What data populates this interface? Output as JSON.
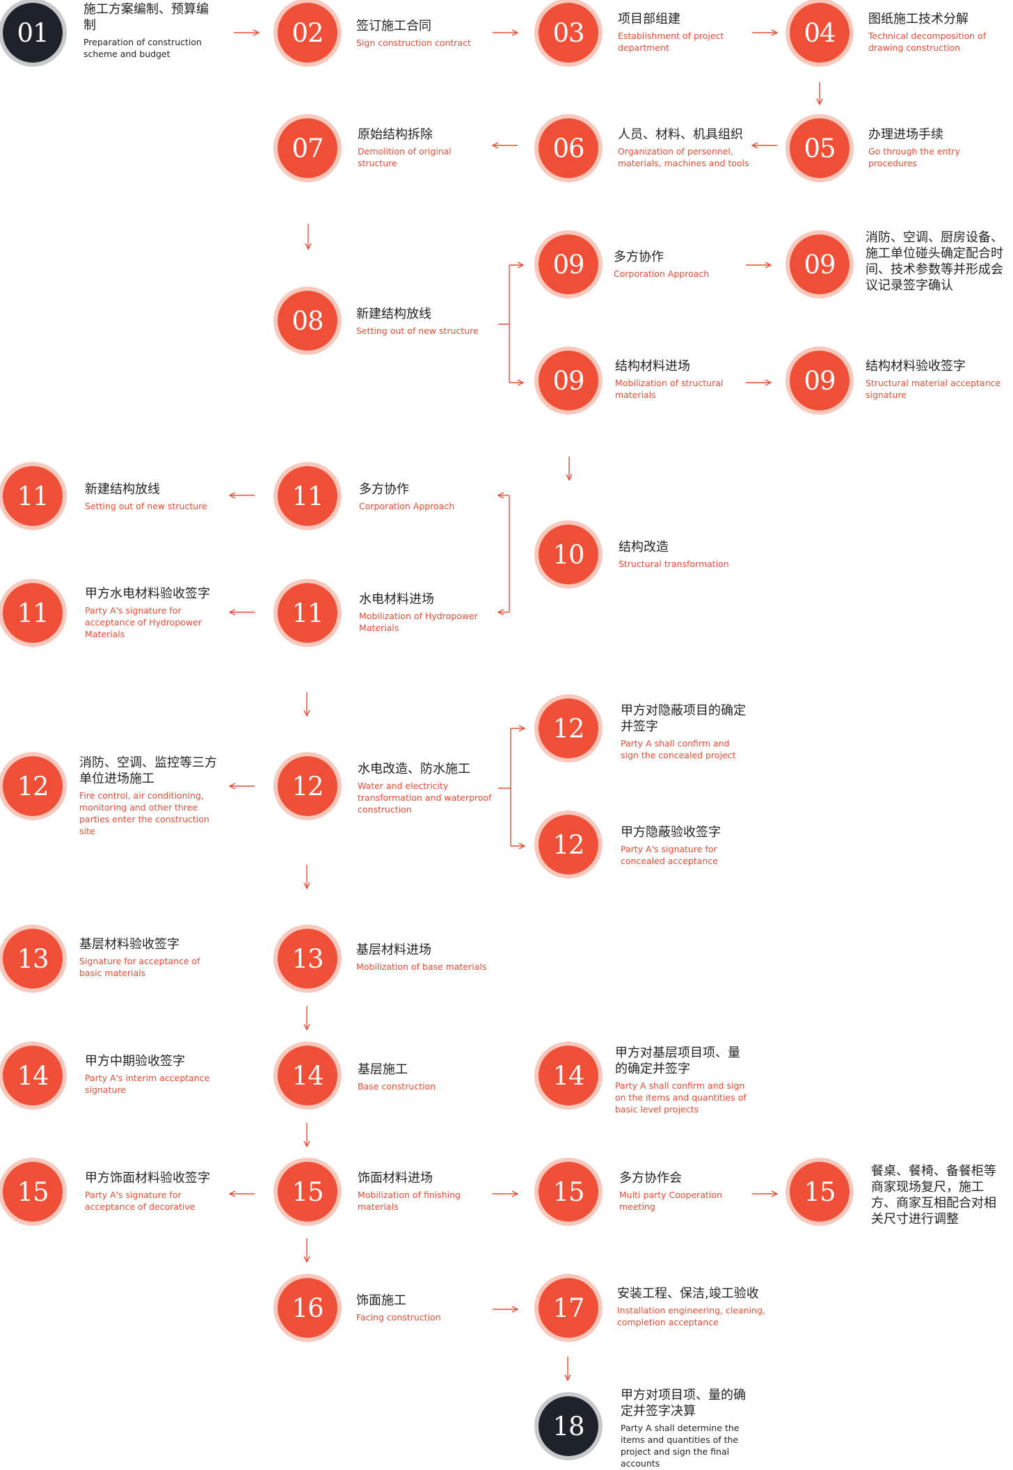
{
  "colors": {
    "accent": "#ef4f37",
    "halo": "#f8c8bd",
    "dark": "#1d222b",
    "text": "#222222"
  },
  "nodes": [
    {
      "num": "01",
      "cn": "施工方案编制、预算编制",
      "en": "Preparation of construction scheme and budget"
    },
    {
      "num": "02",
      "cn": "签订施工合同",
      "en": "Sign construction contract"
    },
    {
      "num": "03",
      "cn": "项目部组建",
      "en": "Establishment of project department"
    },
    {
      "num": "04",
      "cn": "图纸施工技术分解",
      "en": "Technical decomposition of drawing construction"
    },
    {
      "num": "05",
      "cn": "办理进场手续",
      "en": "Go through the entry procedures"
    },
    {
      "num": "06",
      "cn": "人员、材料、机具组织",
      "en": "Organization of personnel, materials, machines and tools"
    },
    {
      "num": "07",
      "cn": "原始结构拆除",
      "en": "Demolition of original structure"
    },
    {
      "num": "08",
      "cn": "新建结构放线",
      "en": "Setting out of new structure"
    },
    {
      "num": "09",
      "cn": "多方协作",
      "en": "Corporation Approach"
    },
    {
      "num": "09",
      "cn": "消防、空调、厨房设备、施工单位碰头确定配合时间、技术参数等并形成会议记录签字确认",
      "en": ""
    },
    {
      "num": "09",
      "cn": "结构材料进场",
      "en": "Mobilization of structural materials"
    },
    {
      "num": "09",
      "cn": "结构材料验收签字",
      "en": "Structural material acceptance signature"
    },
    {
      "num": "11",
      "cn": "新建结构放线",
      "en": "Setting out of new structure"
    },
    {
      "num": "11",
      "cn": "多方协作",
      "en": "Corporation Approach"
    },
    {
      "num": "10",
      "cn": "结构改造",
      "en": "Structural transformation"
    },
    {
      "num": "11",
      "cn": "甲方水电材料验收签字",
      "en": "Party A's signature for acceptance of Hydropower Materials"
    },
    {
      "num": "11",
      "cn": "水电材料进场",
      "en": "Mobilization of Hydropower Materials"
    },
    {
      "num": "12",
      "cn": "甲方对隐蔽项目的确定并签字",
      "en": "Party A shall confirm and sign the concealed project"
    },
    {
      "num": "12",
      "cn": "消防、空调、监控等三方单位进场施工",
      "en": "Fire control, air conditioning, monitoring and other three parties enter the construction site"
    },
    {
      "num": "12",
      "cn": "水电改造、防水施工",
      "en": "Water and electricity transformation and waterproof construction"
    },
    {
      "num": "12",
      "cn": "甲方隐蔽验收签字",
      "en": "Party A's signature for concealed acceptance"
    },
    {
      "num": "13",
      "cn": "基层材料验收签字",
      "en": "Signature for acceptance of basic materials"
    },
    {
      "num": "13",
      "cn": "基层材料进场",
      "en": "Mobilization of base materials"
    },
    {
      "num": "14",
      "cn": "甲方中期验收签字",
      "en": "Party A's interim acceptance signature"
    },
    {
      "num": "14",
      "cn": "基层施工",
      "en": "Base construction"
    },
    {
      "num": "14",
      "cn": "甲方对基层项目项、量的确定并签字",
      "en": "Party A shall confirm and sign on the items and quantities of basic level projects"
    },
    {
      "num": "15",
      "cn": "甲方饰面材料验收签字",
      "en": "Party A's signature for acceptance of decorative"
    },
    {
      "num": "15",
      "cn": "饰面材料进场",
      "en": "Mobilization of finishing materials"
    },
    {
      "num": "15",
      "cn": "多方协作会",
      "en": "Multi party Cooperation meeting"
    },
    {
      "num": "15",
      "cn": "餐桌、餐椅、备餐柜等商家现场复尺，施工方、商家互相配合对相关尺寸进行调整",
      "en": ""
    },
    {
      "num": "16",
      "cn": "饰面施工",
      "en": "Facing construction"
    },
    {
      "num": "17",
      "cn": "安装工程、保洁,竣工验收",
      "en": "Installation engineering, cleaning, completion acceptance"
    },
    {
      "num": "18",
      "cn": "甲方对项目项、量的确定并签字决算",
      "en": "Party A shall determine the items and quantities of the project and sign the final accounts"
    }
  ]
}
